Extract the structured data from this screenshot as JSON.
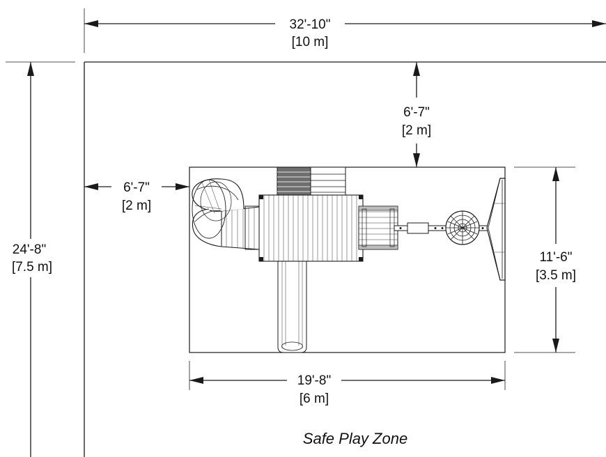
{
  "diagram": {
    "dimensions": {
      "overall_width": {
        "imperial": "32'-10\"",
        "metric": "[10 m]"
      },
      "overall_depth": {
        "imperial": "24'-8\"",
        "metric": "[7.5 m]"
      },
      "top_clearance": {
        "imperial": "6'-7\"",
        "metric": "[2 m]"
      },
      "side_clearance": {
        "imperial": "6'-7\"",
        "metric": "[2 m]"
      },
      "structure_width": {
        "imperial": "19'-8\"",
        "metric": "[6 m]"
      },
      "structure_depth": {
        "imperial": "11'-6\"",
        "metric": "[3.5 m]"
      }
    },
    "zone_label": "Safe Play Zone"
  }
}
